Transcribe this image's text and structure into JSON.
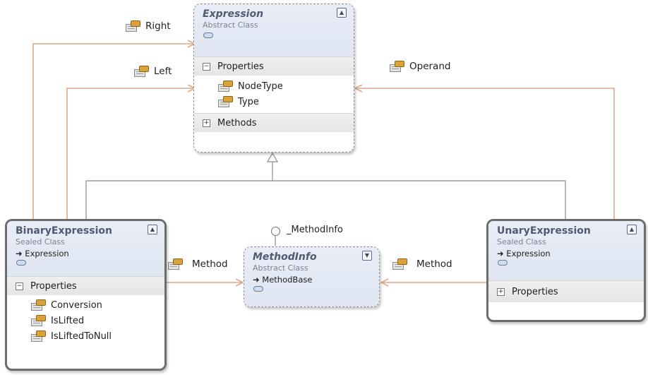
{
  "classes": {
    "expression": {
      "name": "Expression",
      "kind": "Abstract Class",
      "compartments": {
        "properties": {
          "label": "Properties",
          "items": [
            "NodeType",
            "Type"
          ]
        },
        "methods": {
          "label": "Methods"
        }
      }
    },
    "binary": {
      "name": "BinaryExpression",
      "kind": "Sealed Class",
      "base": "Expression",
      "compartments": {
        "properties": {
          "label": "Properties",
          "items": [
            "Conversion",
            "IsLifted",
            "IsLiftedToNull"
          ]
        }
      }
    },
    "methodinfo": {
      "name": "MethodInfo",
      "kind": "Abstract Class",
      "base": "MethodBase"
    },
    "unary": {
      "name": "UnaryExpression",
      "kind": "Sealed Class",
      "base": "Expression",
      "compartments": {
        "properties": {
          "label": "Properties"
        }
      }
    }
  },
  "associations": {
    "right": "Right",
    "left": "Left",
    "operand": "Operand",
    "method_binary": "Method",
    "method_unary": "Method"
  },
  "interface": "_MethodInfo",
  "colors": {
    "association": "#d9a88a",
    "inheritance": "#8a8a8a"
  }
}
